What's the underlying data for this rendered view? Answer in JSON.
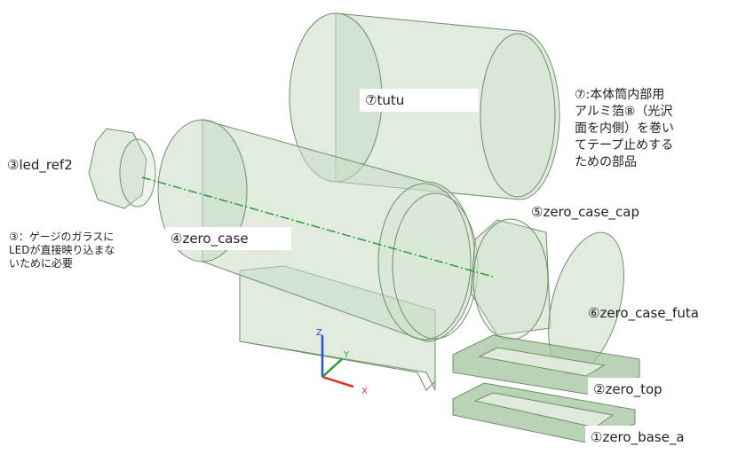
{
  "parts": {
    "tutu": "⑦tutu",
    "led_ref2": "③led_ref2",
    "zero_case": "④zero_case",
    "zero_case_cap": "⑤zero_case_cap",
    "zero_case_futa": "⑥zero_case_futa",
    "zero_top": "②zero_top",
    "zero_base_a": "①zero_base_a"
  },
  "notes": {
    "tutu_note": [
      "⑦:本体筒内部用",
      "アルミ箔⑧（光沢",
      "面を内側）を巻い",
      "てテープ止めする",
      "ための部品"
    ],
    "led_note": [
      "③：ゲージのガラスに",
      "LEDが直接映り込まな",
      "いために必要"
    ]
  },
  "axes": {
    "x": "X",
    "y": "Y",
    "z": "Z"
  },
  "colors": {
    "part_fill": "#c8dcc4",
    "part_stroke": "#6f8f6a",
    "axis_line": "#2e9a3a",
    "x_axis": "#e0302a",
    "y_axis": "#2e9a3a",
    "z_axis": "#2a4fd0"
  }
}
